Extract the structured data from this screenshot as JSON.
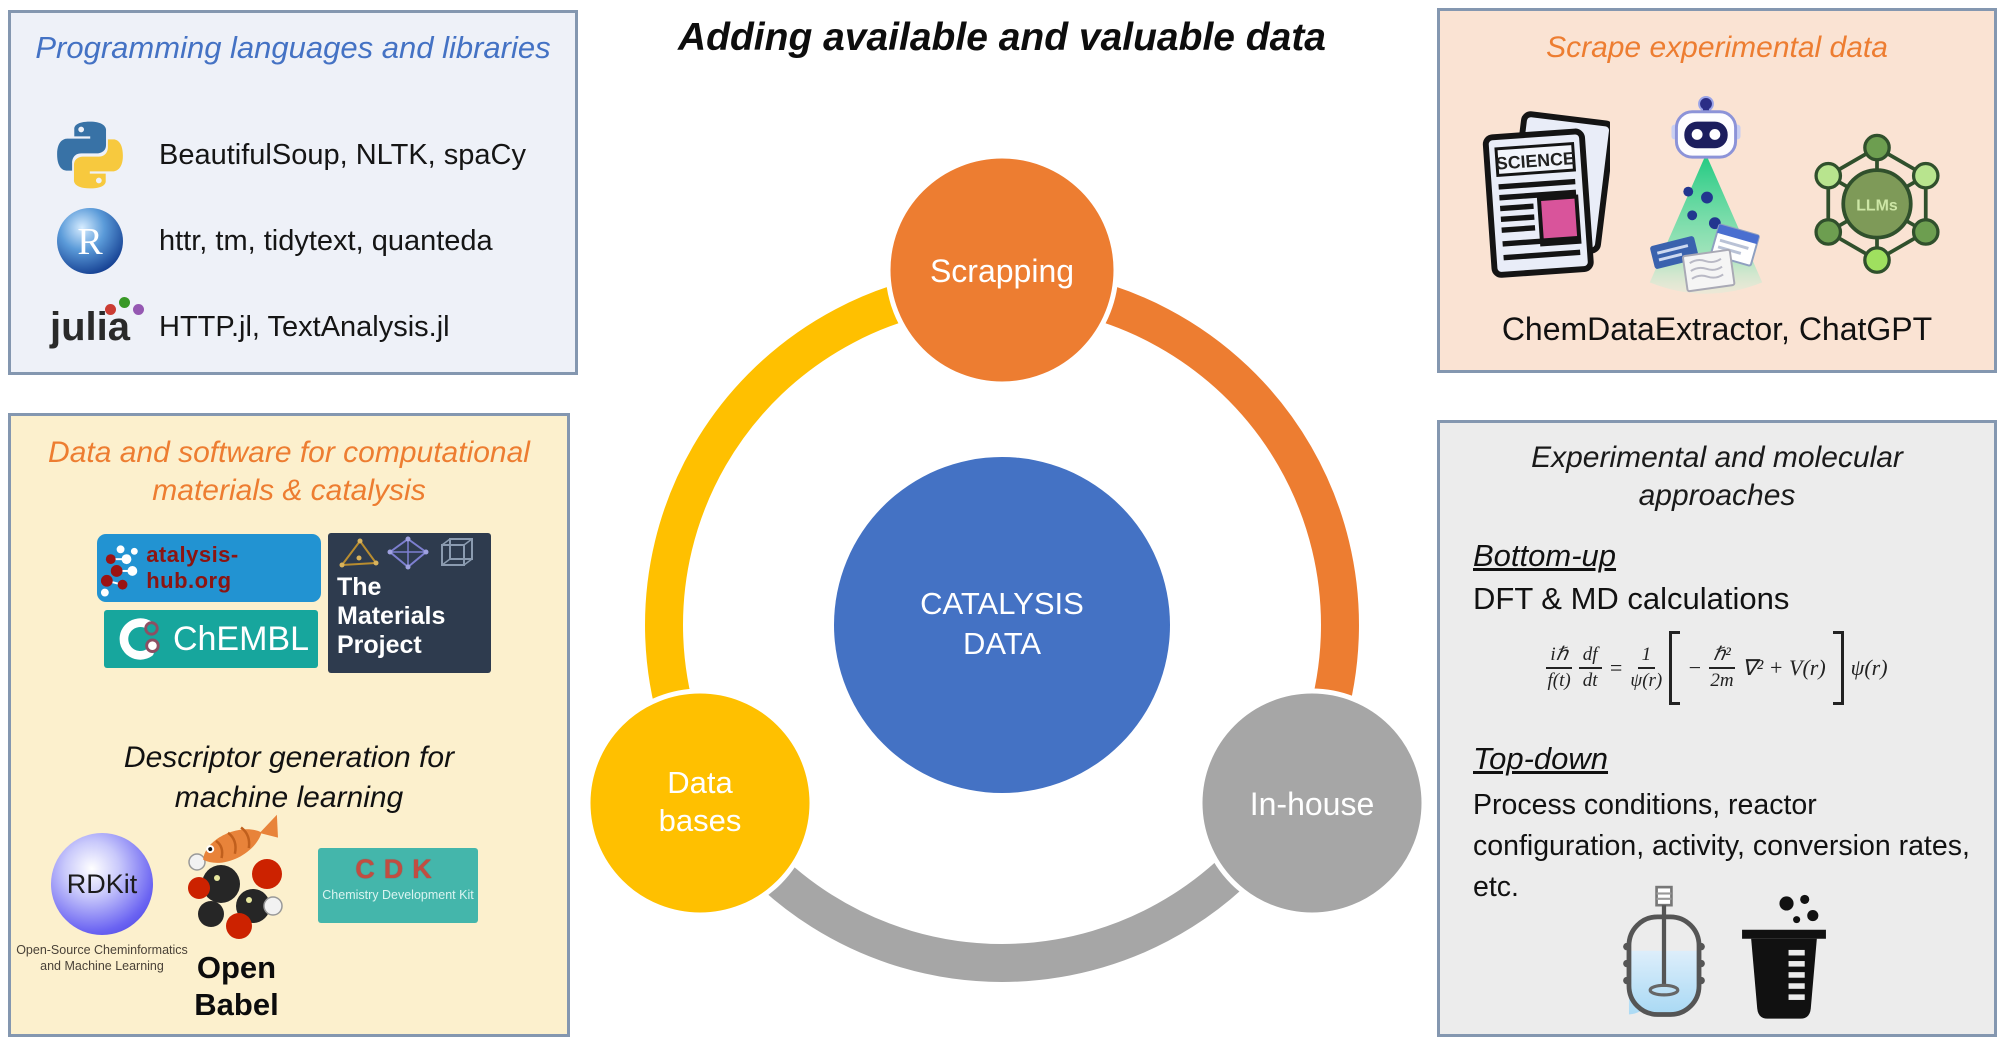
{
  "title": "Adding available and valuable data",
  "colors": {
    "accent_blue": "#4472C4",
    "accent_orange": "#ED7D31",
    "accent_gold": "#FFC000",
    "accent_gray": "#A6A6A6",
    "panel_border": "#8497B0"
  },
  "diagram": {
    "center_line1": "CATALYSIS",
    "center_line2": "DATA",
    "scrapping_label": "Scrapping",
    "databases_line1": "Data",
    "databases_line2": "bases",
    "inhouse_label": "In-house"
  },
  "panels": {
    "programming": {
      "title": "Programming languages and libraries",
      "r_letter": "R",
      "rows": [
        {
          "lang": "Python",
          "libs": "BeautifulSoup,  NLTK, spaCy"
        },
        {
          "lang": "R",
          "libs": "httr, tm, tidytext,  quanteda"
        },
        {
          "lang": "julia",
          "libs": "HTTP.jl, TextAnalysis.jl"
        }
      ]
    },
    "scrape": {
      "title": "Scrape experimental data",
      "newspaper_title": "SCIENCE",
      "llms_label": "LLMs",
      "tools": "ChemDataExtractor,  ChatGPT"
    },
    "data_software": {
      "title_line1": "Data and software for computational",
      "title_line2": "materials & catalysis",
      "catalysis_hub_text": "atalysis-hub.org",
      "chembl_text": "ChEMBL",
      "materials_project_lines": [
        "The",
        "Materials",
        "Project"
      ],
      "descriptor_line1": "Descriptor generation for",
      "descriptor_line2": "machine learning",
      "rdkit_text": "RDKit",
      "rdkit_caption_line1": "Open-Source Cheminformatics",
      "rdkit_caption_line2": "and Machine Learning",
      "openbabel_line1": "Open",
      "openbabel_line2": "Babel",
      "cdk_text": "CDK",
      "cdk_caption": "Chemistry Development Kit"
    },
    "approaches": {
      "title_line1": "Experimental and molecular",
      "title_line2": "approaches",
      "bottom_up_label": "Bottom-up",
      "bottom_up_text": "DFT & MD calculations",
      "equation": {
        "n1": "iℏ",
        "d1": "f(t)",
        "n2": "df",
        "d2": "dt",
        "equals": "=",
        "n3": "1",
        "d3": "ψ(r)",
        "minus": "−",
        "n4": "ℏ²",
        "d4": "2m",
        "middle": "∇² + V(r)",
        "tail": "ψ(r)"
      },
      "top_down_label": "Top-down",
      "top_down_text": "Process conditions, reactor configuration, activity, conversion rates, etc."
    }
  }
}
